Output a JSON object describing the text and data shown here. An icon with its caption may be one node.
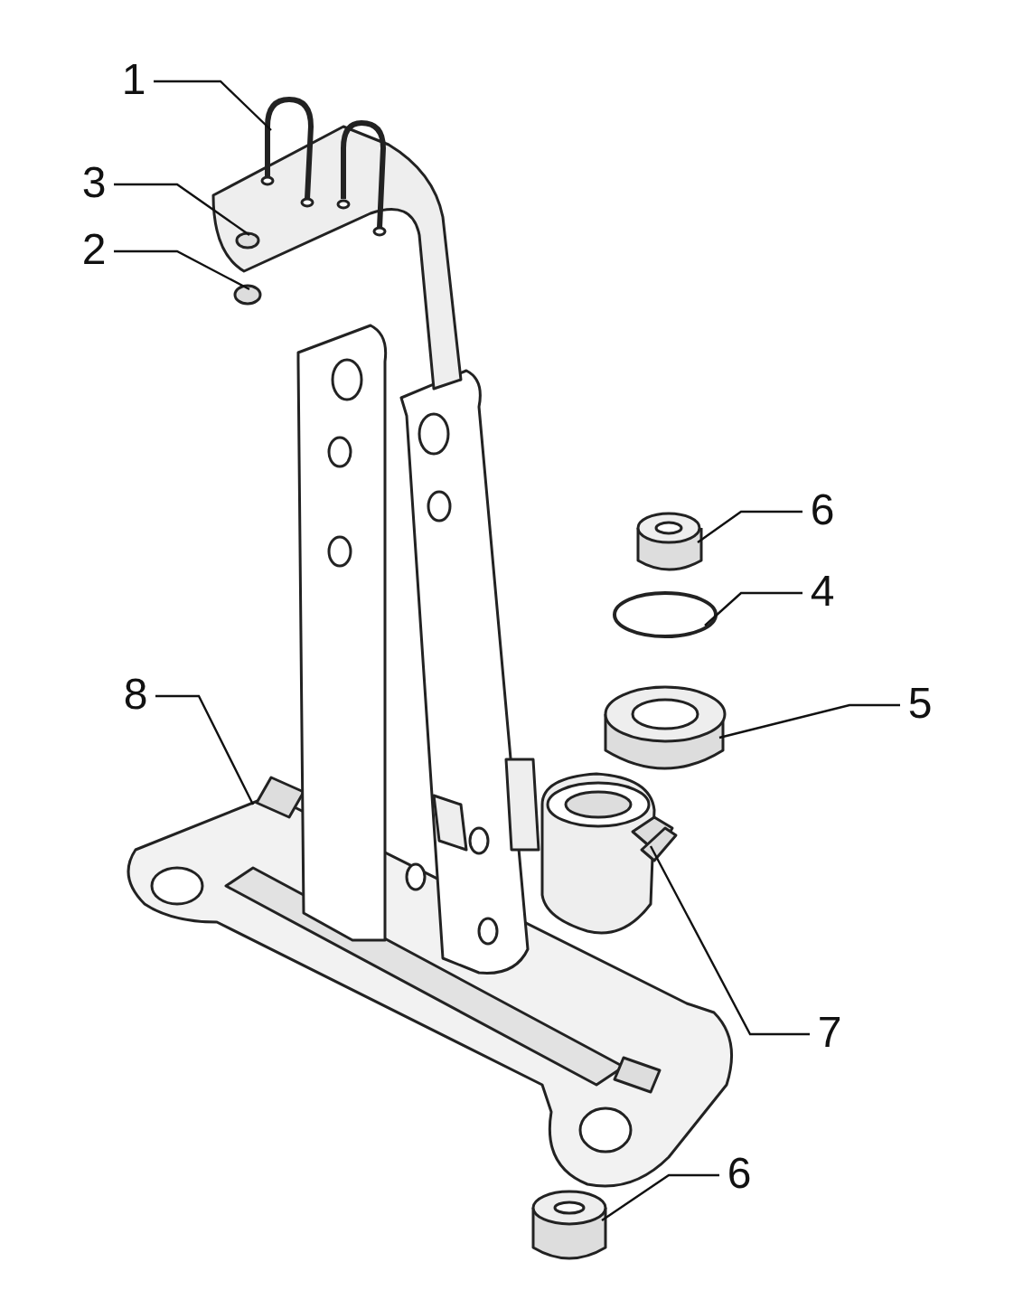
{
  "diagram": {
    "nodes": [
      {
        "text": [
          "1"
        ]
      },
      {
        "text": [
          "3"
        ]
      },
      {
        "text": [
          "2"
        ]
      },
      {
        "text": [
          "6"
        ]
      },
      {
        "text": [
          "4"
        ]
      },
      {
        "text": [
          "5"
        ]
      },
      {
        "text": [
          "8"
        ]
      },
      {
        "text": [
          "7"
        ]
      },
      {
        "text": [
          "6"
        ]
      }
    ],
    "edges": [
      {
        "from": 0,
        "to": null,
        "arrow": "none"
      },
      {
        "from": 1,
        "to": null,
        "arrow": "none"
      },
      {
        "from": 2,
        "to": null,
        "arrow": "none"
      },
      {
        "from": 3,
        "to": null,
        "arrow": "none"
      },
      {
        "from": 4,
        "to": null,
        "arrow": "none"
      },
      {
        "from": 5,
        "to": null,
        "arrow": "none"
      },
      {
        "from": 6,
        "to": null,
        "arrow": "none"
      },
      {
        "from": 7,
        "to": null,
        "arrow": "none"
      },
      {
        "from": 8,
        "to": null,
        "arrow": "none"
      }
    ]
  }
}
